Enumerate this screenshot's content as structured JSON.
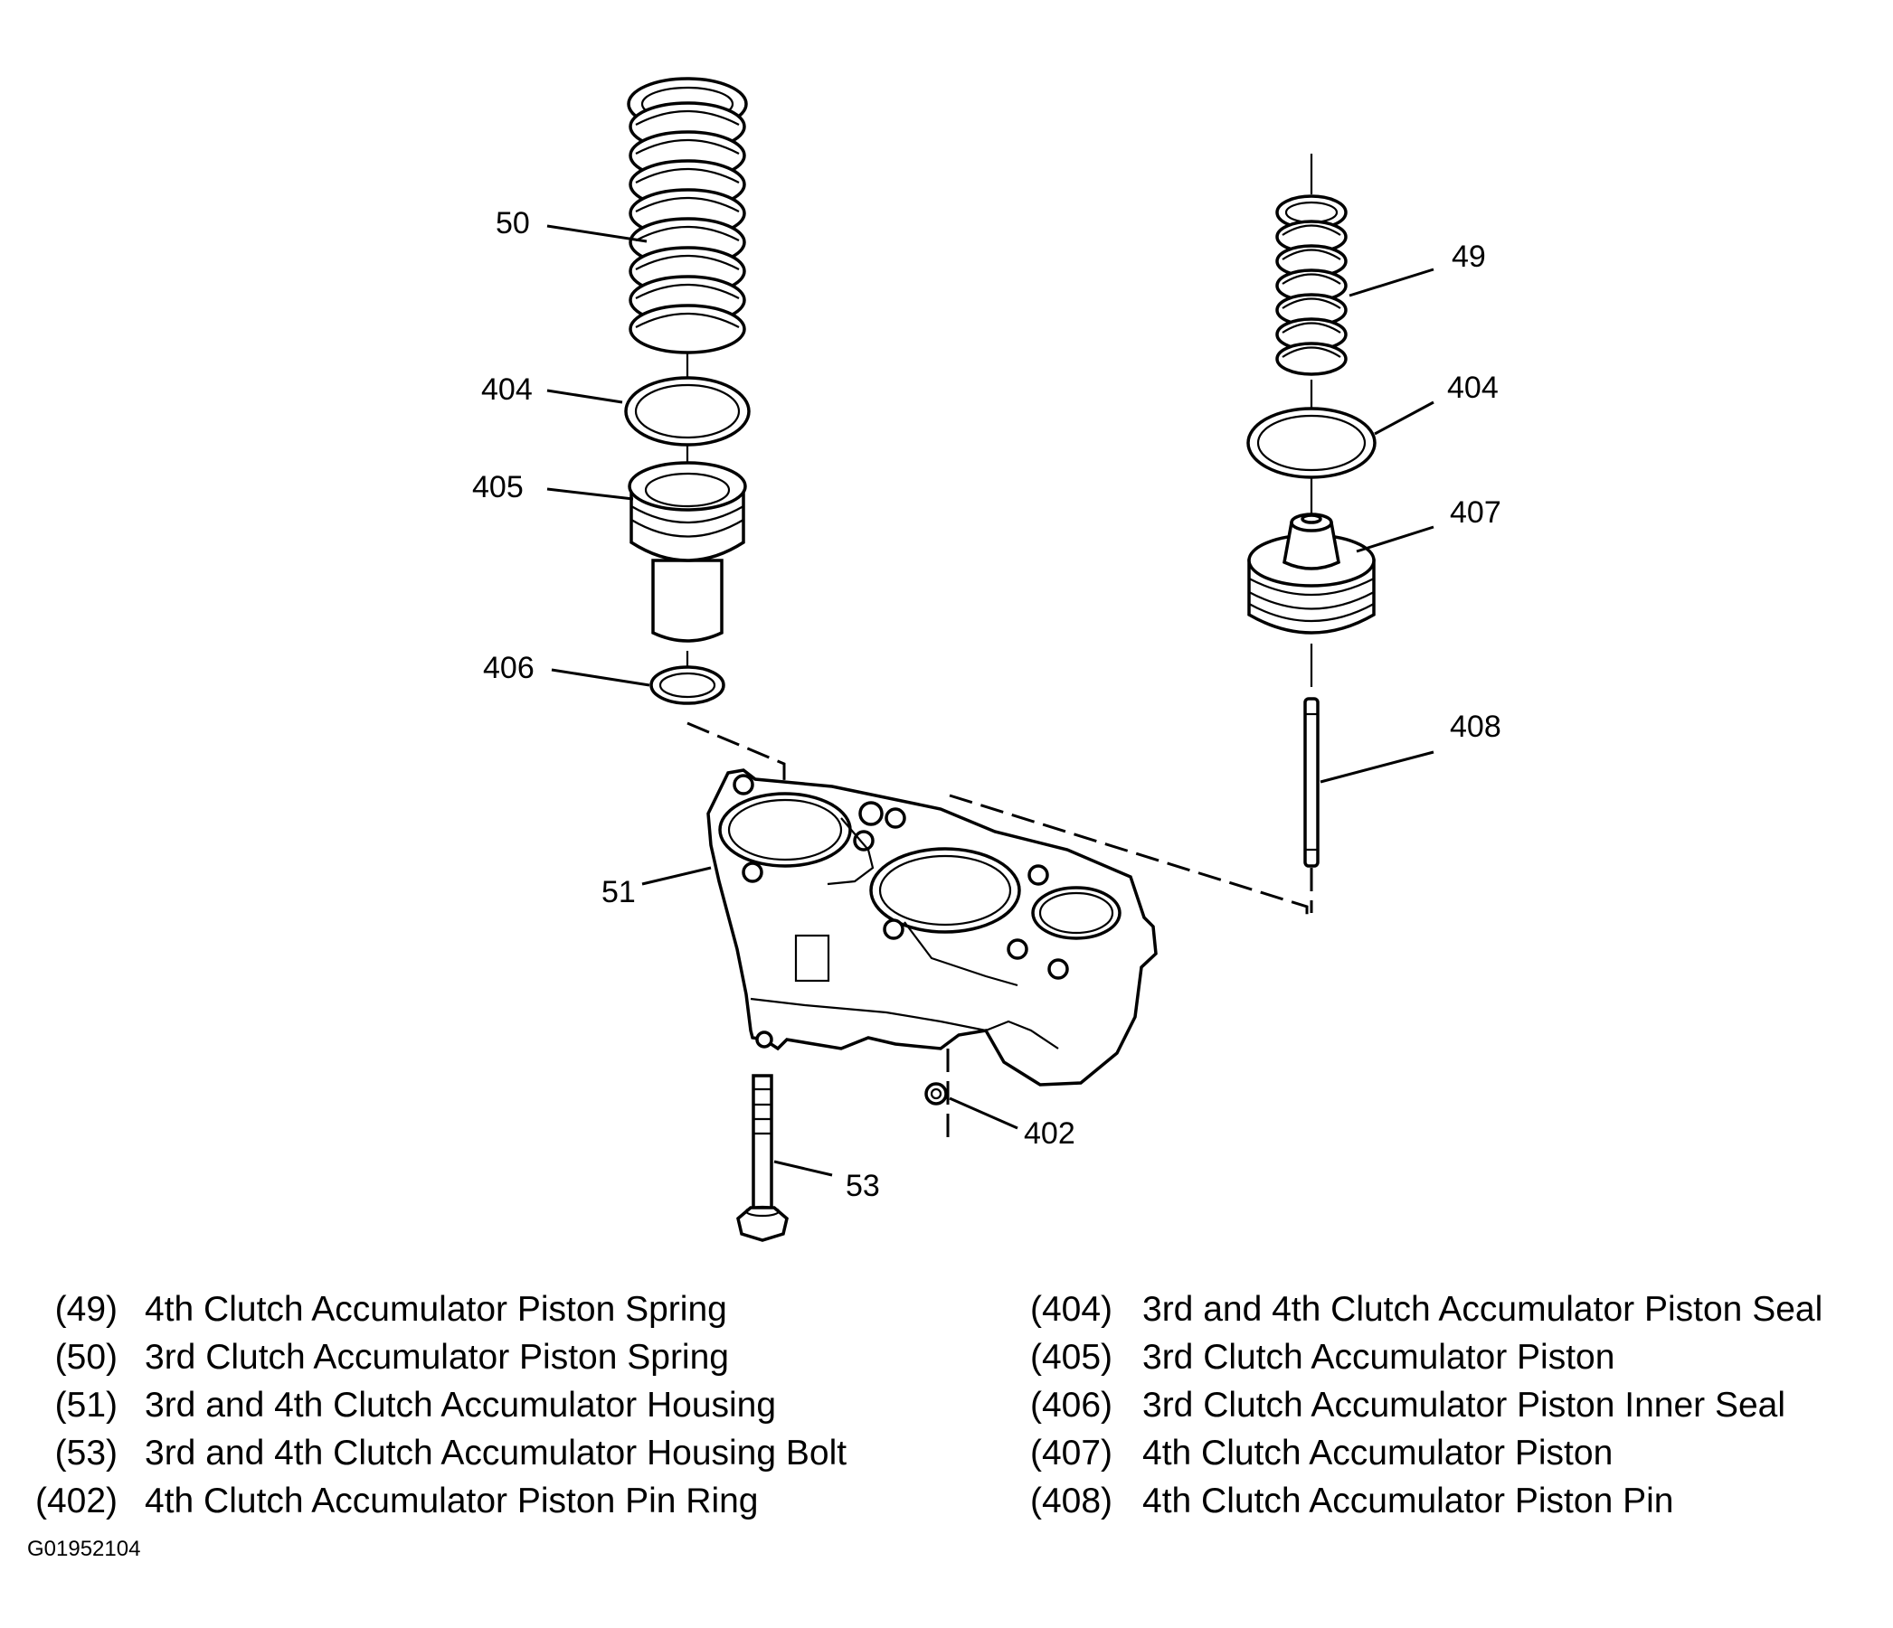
{
  "callouts": {
    "c50": "50",
    "c404a": "404",
    "c405": "405",
    "c406": "406",
    "c49": "49",
    "c404b": "404",
    "c407": "407",
    "c408": "408",
    "c51": "51",
    "c402": "402",
    "c53": "53"
  },
  "legend_left": [
    {
      "num": "(49)",
      "text": "4th Clutch Accumulator Piston Spring"
    },
    {
      "num": "(50)",
      "text": "3rd Clutch Accumulator Piston Spring"
    },
    {
      "num": "(51)",
      "text": "3rd and 4th Clutch Accumulator Housing"
    },
    {
      "num": "(53)",
      "text": "3rd and 4th Clutch Accumulator Housing Bolt"
    },
    {
      "num": "(402)",
      "text": "4th Clutch Accumulator Piston Pin Ring"
    }
  ],
  "legend_right": [
    {
      "num": "(404)",
      "text": "3rd and 4th Clutch Accumulator Piston Seal"
    },
    {
      "num": "(405)",
      "text": "3rd Clutch Accumulator Piston"
    },
    {
      "num": "(406)",
      "text": "3rd Clutch Accumulator Piston Inner Seal"
    },
    {
      "num": "(407)",
      "text": "4th Clutch Accumulator Piston"
    },
    {
      "num": "(408)",
      "text": "4th Clutch Accumulator Piston Pin"
    }
  ],
  "figure_code": "G01952104"
}
